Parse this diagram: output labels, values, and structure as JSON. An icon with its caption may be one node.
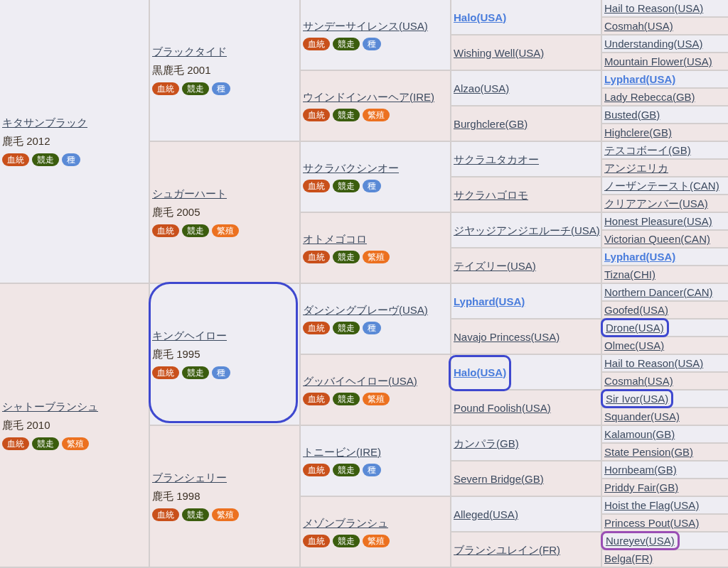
{
  "diagram": {
    "nodes": [
      {
        "text": [
          "キタサンブラック",
          "鹿毛 2012"
        ]
      },
      {
        "text": [
          "血統"
        ],
        "in": 0
      },
      {
        "text": [
          "競走"
        ],
        "in": 0
      },
      {
        "text": [
          "種"
        ],
        "in": 0
      },
      {
        "text": [
          "ブラックタイド",
          "黒鹿毛 2001"
        ]
      },
      {
        "text": [
          "血統"
        ],
        "in": 4
      },
      {
        "text": [
          "競走"
        ],
        "in": 4
      },
      {
        "text": [
          "種"
        ],
        "in": 4
      },
      {
        "text": [
          "サンデーサイレンス(USA)"
        ]
      },
      {
        "text": [
          "血統"
        ],
        "in": 8
      },
      {
        "text": [
          "競走"
        ],
        "in": 8
      },
      {
        "text": [
          "種"
        ],
        "in": 8
      },
      {
        "text": [
          "Halo(USA)"
        ]
      },
      {
        "text": [
          "Hail to Reason(USA)"
        ]
      },
      {
        "text": [
          "Cosmah(USA)"
        ]
      },
      {
        "text": [
          "Wishing Well(USA)"
        ]
      },
      {
        "text": [
          "Understanding(USA)"
        ]
      },
      {
        "text": [
          "Mountain Flower(USA)"
        ]
      },
      {
        "text": [
          "ウインドインハーヘア(IRE)"
        ]
      },
      {
        "text": [
          "血統"
        ],
        "in": 18
      },
      {
        "text": [
          "競走"
        ],
        "in": 18
      },
      {
        "text": [
          "繁殖"
        ],
        "in": 18
      },
      {
        "text": [
          "Alzao(USA)"
        ]
      },
      {
        "text": [
          "Lyphard(USA)"
        ]
      },
      {
        "text": [
          "Lady Rebecca(GB)"
        ]
      },
      {
        "text": [
          "Burghclere(GB)"
        ]
      },
      {
        "text": [
          "Busted(GB)"
        ]
      },
      {
        "text": [
          "Highclere(GB)"
        ]
      },
      {
        "text": [
          "シュガーハート",
          "鹿毛 2005"
        ]
      },
      {
        "text": [
          "血統"
        ],
        "in": 28
      },
      {
        "text": [
          "競走"
        ],
        "in": 28
      },
      {
        "text": [
          "繁殖"
        ],
        "in": 28
      },
      {
        "text": [
          "サクラバクシンオー"
        ]
      },
      {
        "text": [
          "血統"
        ],
        "in": 32
      },
      {
        "text": [
          "競走"
        ],
        "in": 32
      },
      {
        "text": [
          "種"
        ],
        "in": 32
      },
      {
        "text": [
          "サクラユタカオー"
        ]
      },
      {
        "text": [
          "テスコボーイ(GB)"
        ]
      },
      {
        "text": [
          "アンジエリカ"
        ]
      },
      {
        "text": [
          "サクラハゴロモ"
        ]
      },
      {
        "text": [
          "ノーザンテースト(CAN)"
        ]
      },
      {
        "text": [
          "クリアアンバー(USA)"
        ]
      },
      {
        "text": [
          "オトメゴコロ"
        ]
      },
      {
        "text": [
          "血統"
        ],
        "in": 42
      },
      {
        "text": [
          "競走"
        ],
        "in": 42
      },
      {
        "text": [
          "繁殖"
        ],
        "in": 42
      },
      {
        "text": [
          "ジヤッジアンジエルーチ(USA)"
        ]
      },
      {
        "text": [
          "Honest Pleasure(USA)"
        ]
      },
      {
        "text": [
          "Victorian Queen(CAN)"
        ]
      },
      {
        "text": [
          "テイズリー(USA)"
        ]
      },
      {
        "text": [
          "Lyphard(USA)"
        ]
      },
      {
        "text": [
          "Tizna(CHI)"
        ]
      },
      {
        "text": [
          "シャトーブランシュ",
          "鹿毛 2010"
        ]
      },
      {
        "text": [
          "血統"
        ],
        "in": 52
      },
      {
        "text": [
          "競走"
        ],
        "in": 52
      },
      {
        "text": [
          "繁殖"
        ],
        "in": 52
      },
      {
        "text": [
          "キングヘイロー",
          "鹿毛 1995"
        ]
      },
      {
        "text": [
          "血統"
        ],
        "in": 56
      },
      {
        "text": [
          "競走"
        ],
        "in": 56
      },
      {
        "text": [
          "種"
        ],
        "in": 56
      },
      {
        "text": [
          "ダンシングブレーヴ(USA)"
        ]
      },
      {
        "text": [
          "血統"
        ],
        "in": 60
      },
      {
        "text": [
          "競走"
        ],
        "in": 60
      },
      {
        "text": [
          "種"
        ],
        "in": 60
      },
      {
        "text": [
          "Lyphard(USA)"
        ]
      },
      {
        "text": [
          "Northern Dancer(CAN)"
        ]
      },
      {
        "text": [
          "Goofed(USA)"
        ]
      },
      {
        "text": [
          "Navajo Princess(USA)"
        ]
      },
      {
        "text": [
          "Drone(USA)"
        ]
      },
      {
        "text": [
          "Olmec(USA)"
        ]
      },
      {
        "text": [
          "グッバイヘイロー(USA)"
        ]
      },
      {
        "text": [
          "血統"
        ],
        "in": 70
      },
      {
        "text": [
          "競走"
        ],
        "in": 70
      },
      {
        "text": [
          "繁殖"
        ],
        "in": 70
      },
      {
        "text": [
          "Halo(USA)"
        ]
      },
      {
        "text": [
          "Hail to Reason(USA)"
        ]
      },
      {
        "text": [
          "Cosmah(USA)"
        ]
      },
      {
        "text": [
          "Pound Foolish(USA)"
        ]
      },
      {
        "text": [
          "Sir Ivor(USA)"
        ]
      },
      {
        "text": [
          "Squander(USA)"
        ]
      },
      {
        "text": [
          "ブランシェリー",
          "鹿毛 1998"
        ]
      },
      {
        "text": [
          "血統"
        ],
        "in": 80
      },
      {
        "text": [
          "競走"
        ],
        "in": 80
      },
      {
        "text": [
          "繁殖"
        ],
        "in": 80
      },
      {
        "text": [
          "トニービン(IRE)"
        ]
      },
      {
        "text": [
          "血統"
        ],
        "in": 84
      },
      {
        "text": [
          "競走"
        ],
        "in": 84
      },
      {
        "text": [
          "種"
        ],
        "in": 84
      },
      {
        "text": [
          "カンパラ(GB)"
        ]
      },
      {
        "text": [
          "Kalamoun(GB)"
        ]
      },
      {
        "text": [
          "State Pension(GB)"
        ]
      },
      {
        "text": [
          "Severn Bridge(GB)"
        ]
      },
      {
        "text": [
          "Hornbeam(GB)"
        ]
      },
      {
        "text": [
          "Priddy Fair(GB)"
        ]
      },
      {
        "text": [
          "メゾンブランシュ"
        ]
      },
      {
        "text": [
          "血統"
        ],
        "in": 94
      },
      {
        "text": [
          "競走"
        ],
        "in": 94
      },
      {
        "text": [
          "繁殖"
        ],
        "in": 94
      },
      {
        "text": [
          "Alleged(USA)"
        ]
      },
      {
        "text": [
          "Hoist the Flag(USA)"
        ]
      },
      {
        "text": [
          "Princess Pout(USA)"
        ]
      },
      {
        "text": [
          "ブランシユレイン(FR)"
        ]
      },
      {
        "text": [
          "Nureyev(USA)"
        ]
      },
      {
        "text": [
          "Belga(FR)"
        ]
      }
    ]
  }
}
